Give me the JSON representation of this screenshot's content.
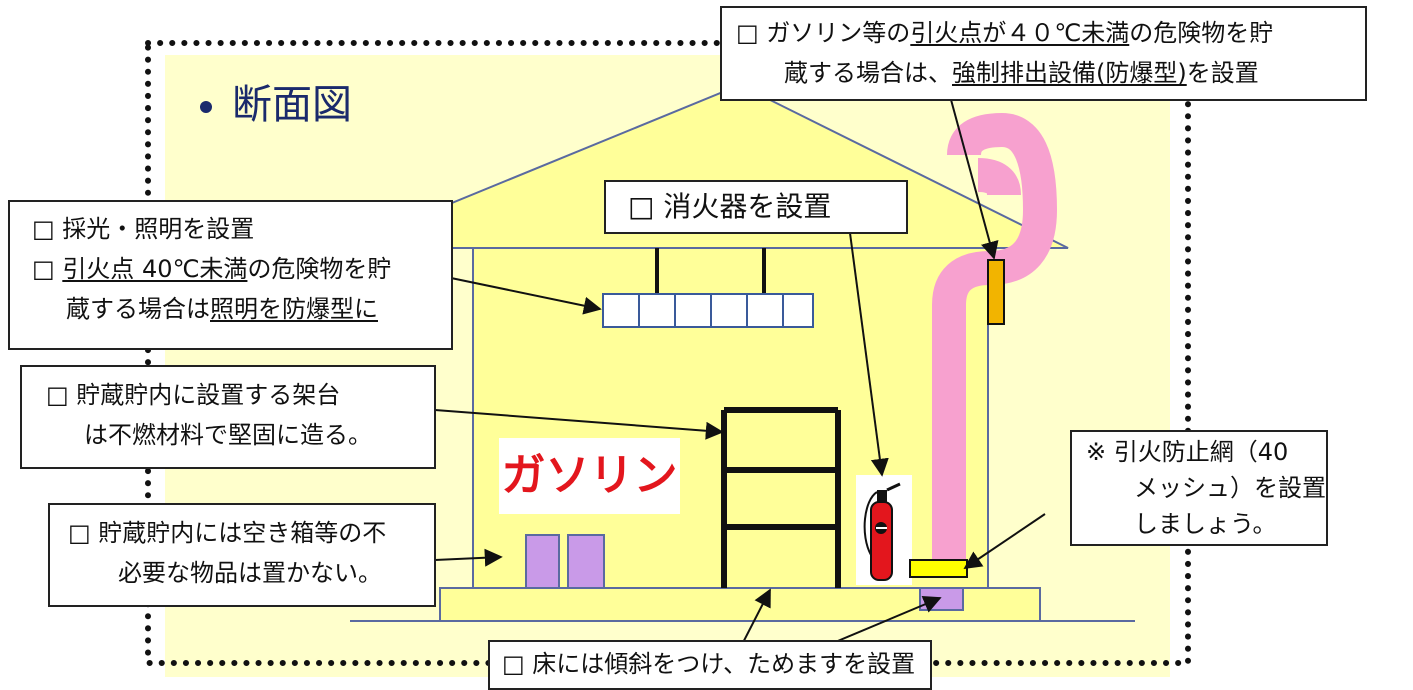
{
  "title": "断面図",
  "gasoline_label": "ガソリン",
  "callouts": {
    "vent": {
      "line1_pre": "□ ガソリン等の",
      "line1_u": "引火点が４０℃未満",
      "line1_post": "の危険物を貯",
      "line2_pre": "蔵する場合は、",
      "line2_u": "強制排出設備(防爆型)",
      "line2_post": "を設置"
    },
    "extinguisher": "□ 消火器を設置",
    "lighting": {
      "line1": "□ 採光・照明を設置",
      "line2_pre": "□ ",
      "line2_u": "引火点 40℃未満",
      "line2_post": "の危険物を貯",
      "line3_pre": "蔵する場合は",
      "line3_u": "照明を防爆型に"
    },
    "rack": {
      "line1": "□ 貯蔵貯内に設置する架台",
      "line2": "は不燃材料で堅固に造る。"
    },
    "storage": {
      "line1": "□ 貯蔵貯内には空き箱等の不",
      "line2": "必要な物品は置かない。"
    },
    "mesh": {
      "line1": "※ 引火防止網（40",
      "line2": "メッシュ）を設置",
      "line3": "しましょう。"
    },
    "floor": "□ 床には傾斜をつけ、ためますを設置"
  },
  "colors": {
    "background": "#ffffcc",
    "house": "#ffff99",
    "house_line": "#5a6aa0",
    "duct": "#f7a1cf",
    "box": "#c99ae8",
    "fixture": "#f2b400",
    "accent_text": "#e3161d"
  }
}
